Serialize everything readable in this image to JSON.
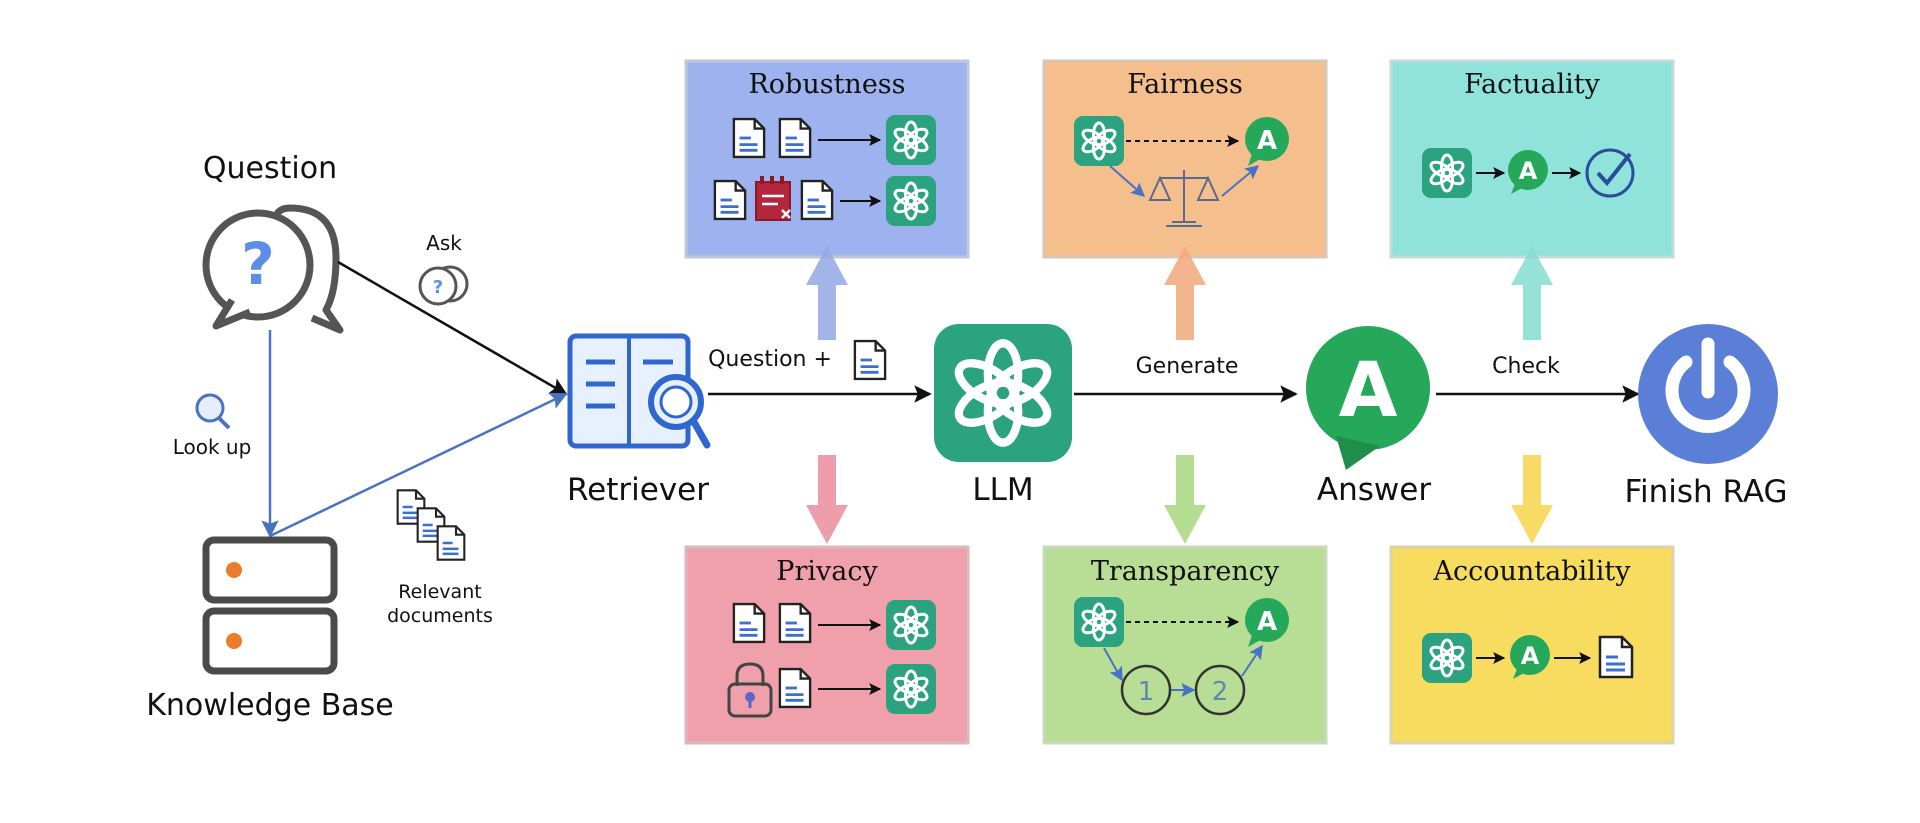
{
  "nodes": {
    "question": "Question",
    "knowledge_base": "Knowledge Base",
    "retriever": "Retriever",
    "llm": "LLM",
    "answer": "Answer",
    "finish": "Finish RAG"
  },
  "edges": {
    "ask": "Ask",
    "look_up": "Look up",
    "relevant_line1": "Relevant",
    "relevant_line2": "documents",
    "question_plus": "Question +",
    "generate": "Generate",
    "check": "Check"
  },
  "glyphs": {
    "question_mark": "?",
    "answer_letter": "A",
    "step1": "1",
    "step2": "2"
  },
  "panels": {
    "robustness": "Robustness",
    "fairness": "Fairness",
    "factuality": "Factuality",
    "privacy": "Privacy",
    "transparency": "Transparency",
    "accountability": "Accountability"
  },
  "colors": {
    "robustness": "#9db2ee",
    "fairness": "#f5bf8d",
    "factuality": "#8fe3da",
    "privacy": "#f0a0ab",
    "transparency": "#b8dd95",
    "accountability": "#f8dc60",
    "llm_green": "#2aa37e",
    "answer_green": "#26a85a",
    "finish_blue": "#5b7fd6",
    "line_blue": "#4a72c4"
  }
}
